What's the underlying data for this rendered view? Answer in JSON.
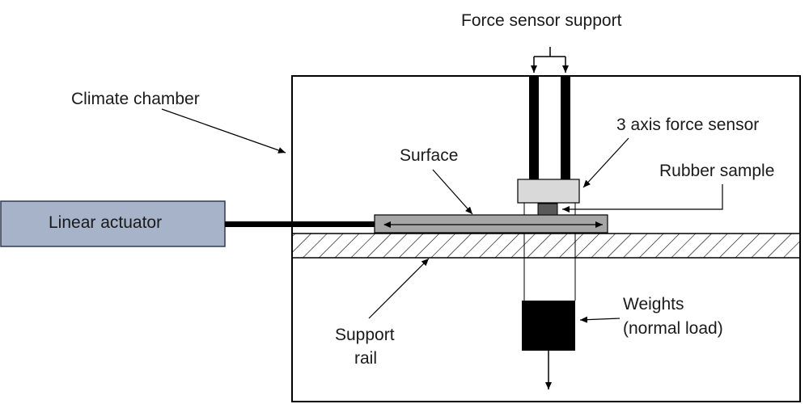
{
  "labels": {
    "force_sensor_support": "Force sensor support",
    "climate_chamber": "Climate chamber",
    "three_axis_force_sensor": "3 axis force sensor",
    "surface": "Surface",
    "rubber_sample": "Rubber sample",
    "linear_actuator": "Linear actuator",
    "support_rail_line1": "Support",
    "support_rail_line2": "rail",
    "weights_line1": "Weights",
    "weights_line2": "(normal load)"
  },
  "colors": {
    "actuator_fill": "#a6b3c9",
    "surface_fill": "#a6a6a6",
    "sensor_fill": "#d9d9d9",
    "sample_fill": "#595959",
    "line": "#000000"
  }
}
